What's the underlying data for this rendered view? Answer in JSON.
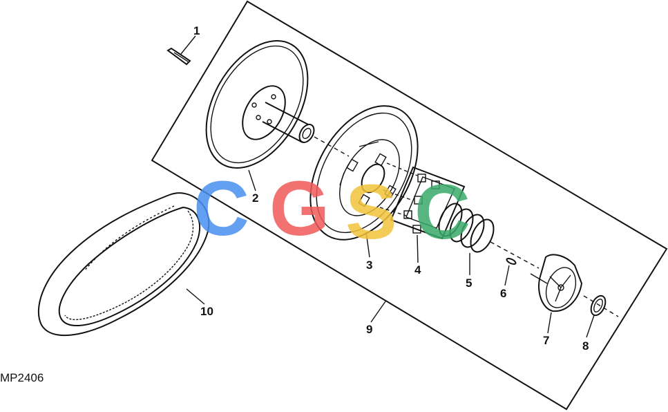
{
  "diagram": {
    "figure_code": "MP2406",
    "callouts": [
      "1",
      "2",
      "3",
      "4",
      "5",
      "6",
      "7",
      "8",
      "9",
      "10"
    ],
    "watermark": {
      "letters": [
        "C",
        "G",
        "S",
        "C"
      ],
      "colors": [
        "#4a90f0",
        "#f05a5a",
        "#f2c23a",
        "#3aaa6a"
      ]
    }
  }
}
